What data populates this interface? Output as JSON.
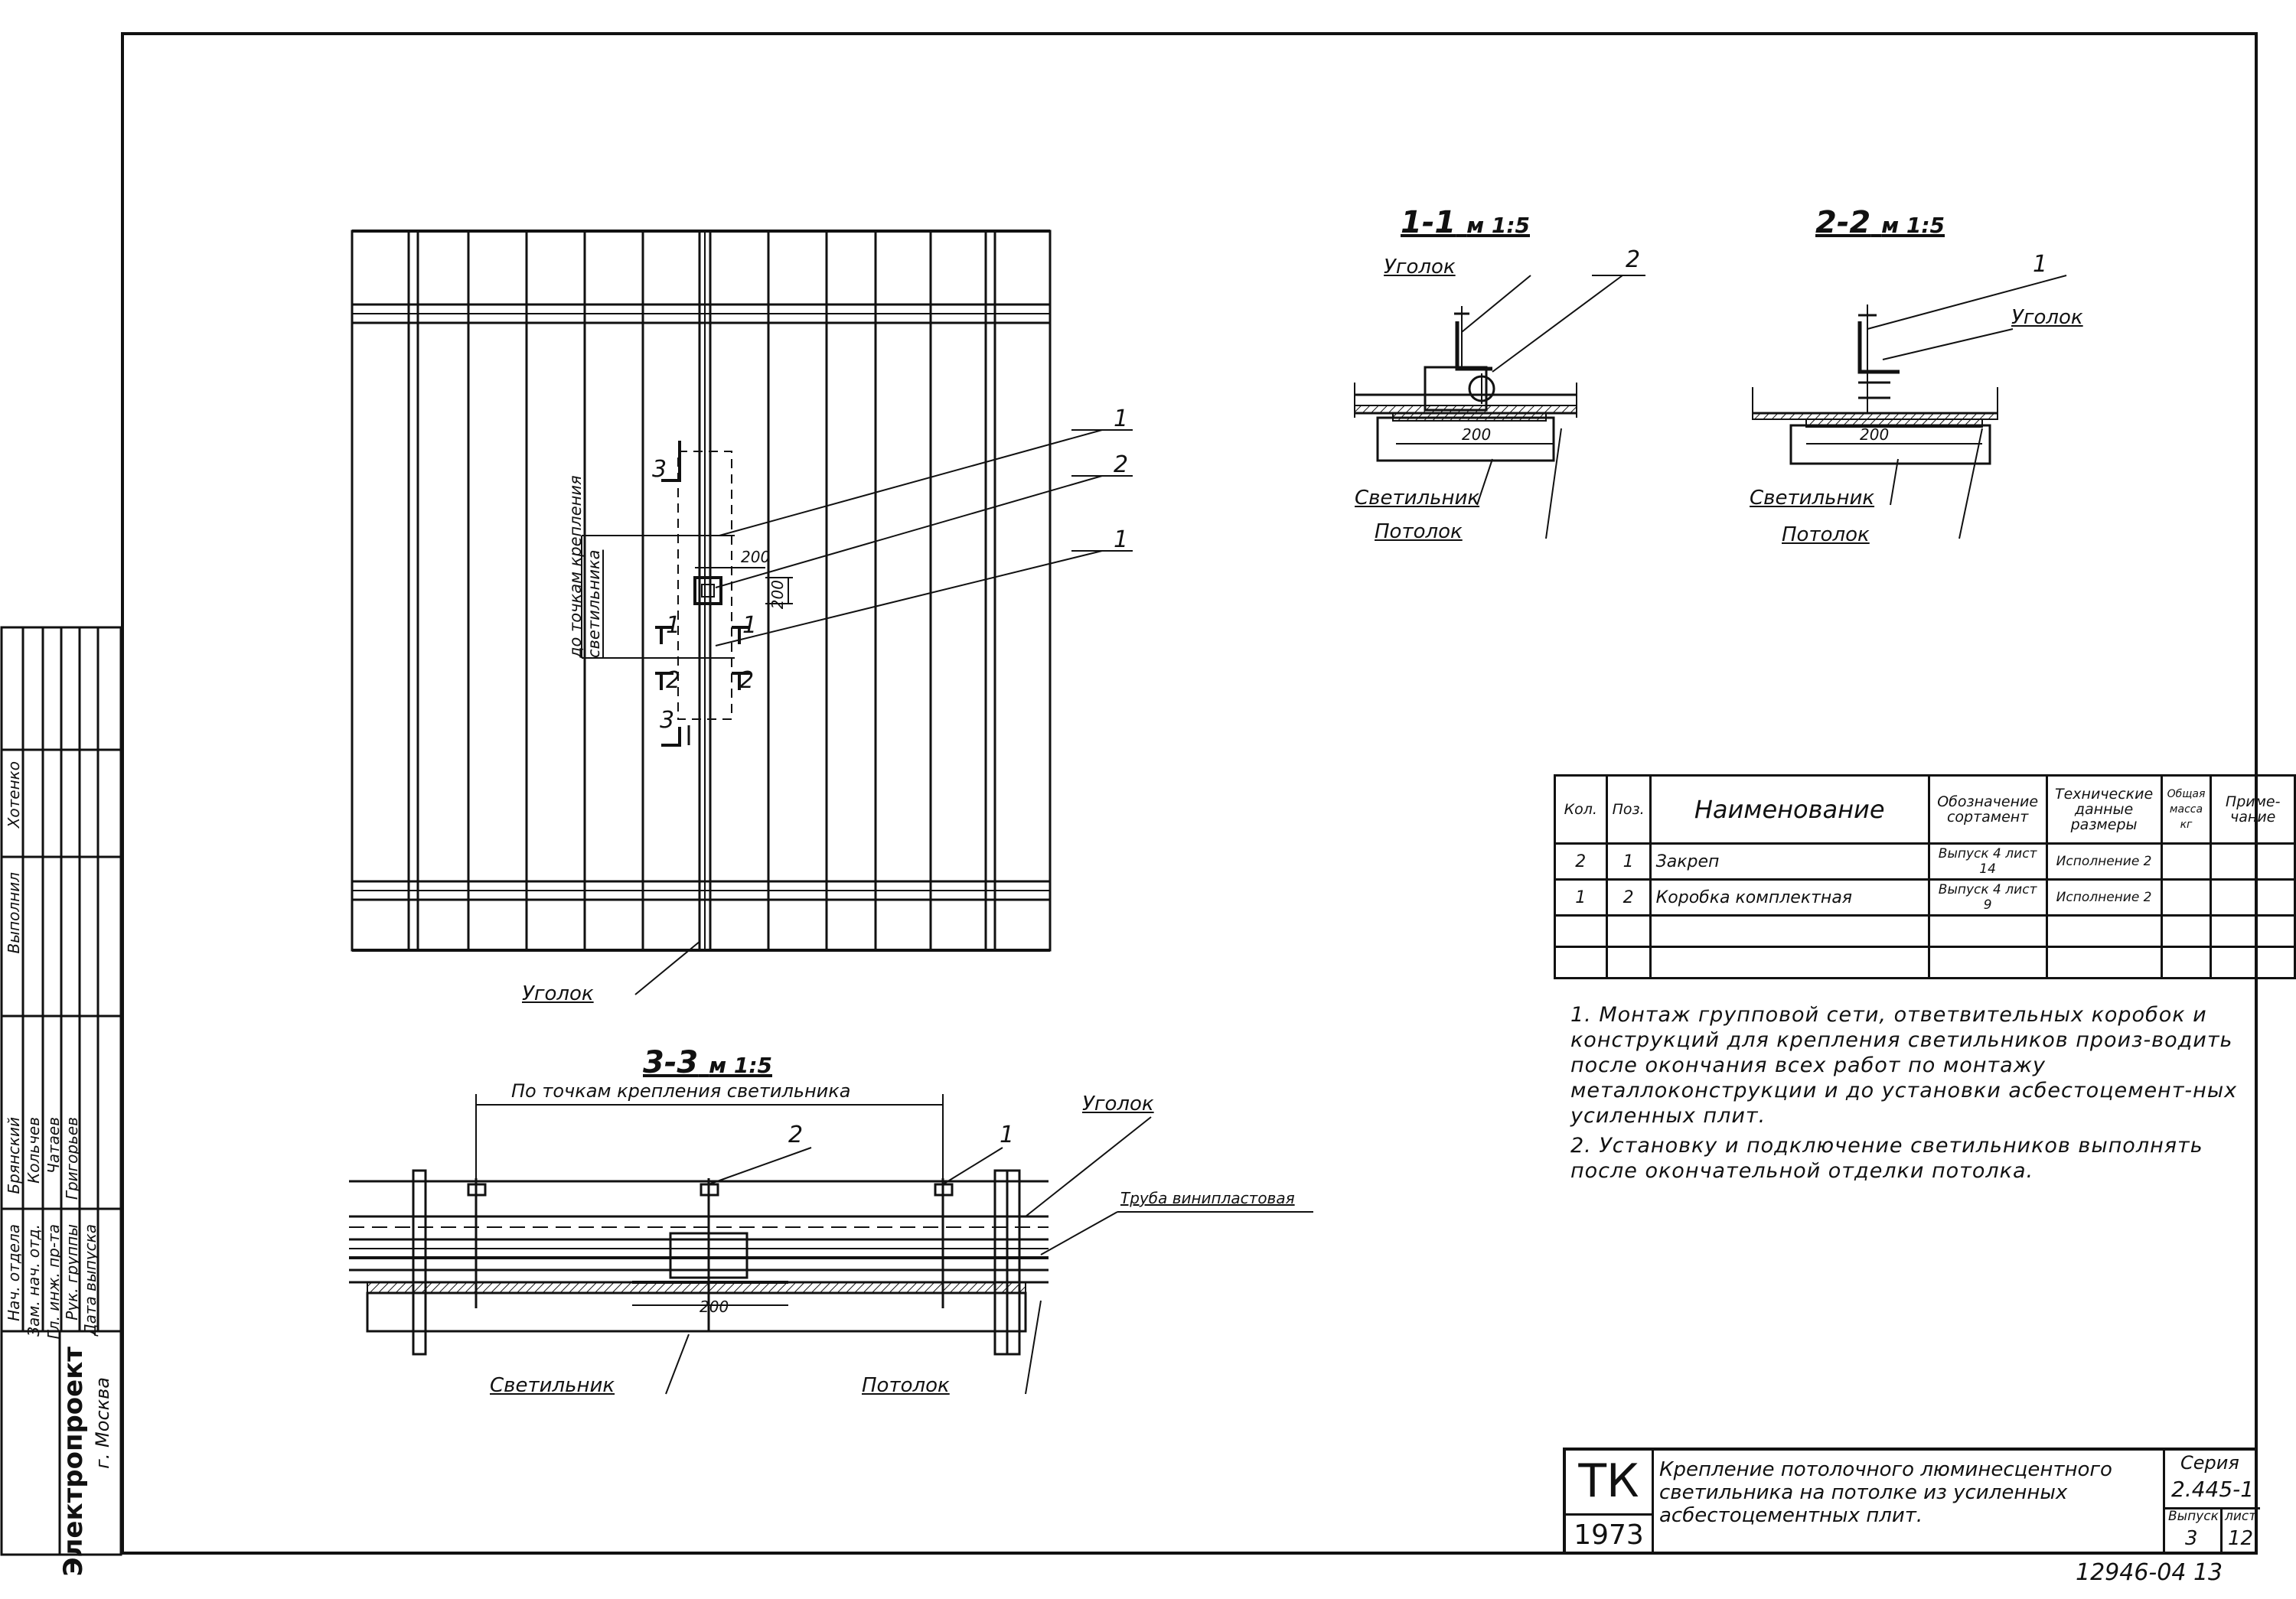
{
  "sheet": {
    "frame": "drawing-frame",
    "corner_number": "12946-04 13"
  },
  "plan": {
    "label_ugolok": "Уголок",
    "dim_tochki": "до точкам крепления светильника",
    "dim_200_h": "200",
    "dim_200_v": "200",
    "callouts": [
      "1",
      "2",
      "1"
    ],
    "section_marks": [
      "3",
      "1",
      "1",
      "2",
      "2",
      "3"
    ]
  },
  "section_1_1": {
    "title": "1-1",
    "scale": "м 1:5",
    "callout": "2",
    "ugolok": "Уголок",
    "svetilnik": "Светильник",
    "potolok": "Потолок",
    "dim": "200"
  },
  "section_2_2": {
    "title": "2-2",
    "scale": "м 1:5",
    "callout": "1",
    "ugolok": "Уголок",
    "svetilnik": "Светильник",
    "potolok": "Потолок",
    "dim": "200"
  },
  "section_3_3": {
    "title": "3-3",
    "scale": "м 1:5",
    "dim_top": "По точкам крепления светильника",
    "callout_2": "2",
    "callout_1": "1",
    "ugolok": "Уголок",
    "truba": "Труба винипластовая",
    "svetilnik": "Светильник",
    "potolok": "Потолок",
    "dim": "200"
  },
  "spec_table": {
    "headers": [
      "Кол.",
      "Поз.",
      "Наименование",
      "Обозначение сортамент",
      "Технические данные размеры",
      "Общая масса кг",
      "Приме-чание"
    ],
    "rows": [
      [
        "2",
        "1",
        "Закреп",
        "Выпуск 4 лист 14",
        "Исполнение 2",
        "",
        ""
      ],
      [
        "1",
        "2",
        "Коробка комплектная",
        "Выпуск 4 лист 9",
        "Исполнение 2",
        "",
        ""
      ],
      [
        "",
        "",
        "",
        "",
        "",
        "",
        ""
      ],
      [
        "",
        "",
        "",
        "",
        "",
        "",
        ""
      ]
    ]
  },
  "notes": [
    "1. Монтаж групповой сети, ответвительных коробок и конструкций для крепления светильников произ-водить после окончания всех работ по монтажу металлоконструкции и до установки асбестоцемент-ных усиленных плит.",
    "2. Установку и подключение светильников выполнять после окончательной отделки потолка."
  ],
  "stamp": {
    "code": "ТК",
    "year": "1973",
    "description": "Крепление потолочного люминесцентного светильника на потолке из усиленных асбестоцементных плит.",
    "series_label": "Серия",
    "series_value": "2.445-1",
    "vypusk_label": "Выпуск",
    "vypusk_value": "3",
    "list_label": "лист",
    "list_value": "12"
  },
  "title_block": {
    "org": "Электропроект",
    "city": "г. Москва",
    "roles": [
      "Нач. отдела",
      "Зам. нач. отд.",
      "Гл. инж. пр-та",
      "Рук. группы",
      "Дата выпуска"
    ],
    "names": [
      "Брянский",
      "Кольчев",
      "Чатаев",
      "Григорьев",
      ""
    ],
    "vypolnil_label": "Выполнил",
    "vypolnil_name": "Хотенко"
  }
}
